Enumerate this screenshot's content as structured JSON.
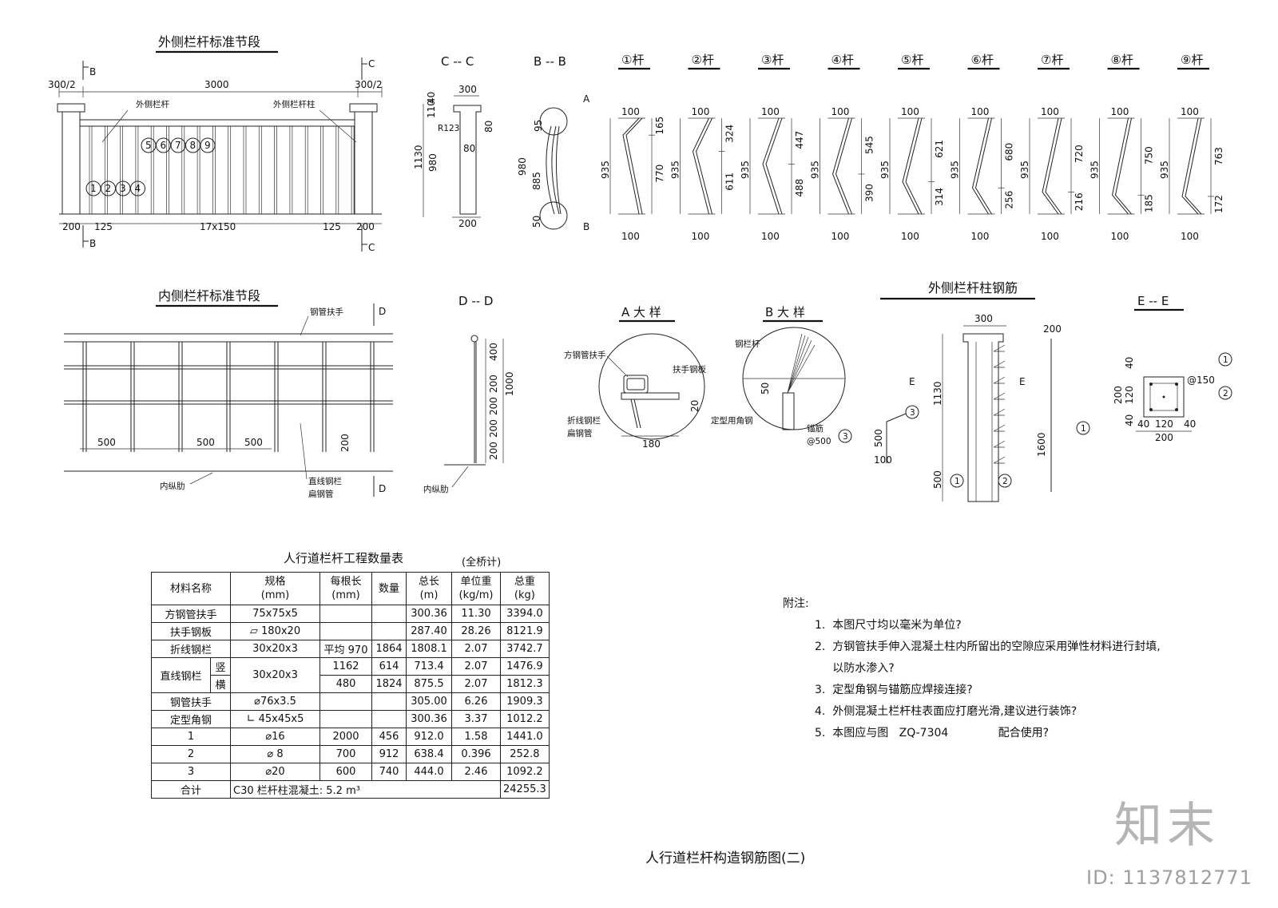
{
  "drawing_title": "人行道栏杆构造钢筋图(二)",
  "views": {
    "outer_title": "外侧栏杆标准节段",
    "inner_title": "内侧栏杆标准节段",
    "sec_cc": "C -- C",
    "sec_bb": "B -- B",
    "sec_dd": "D -- D",
    "sec_ee": "E -- E",
    "detail_a": "A 大 样",
    "detail_b": "B 大 样",
    "post_rebar": "外侧栏杆柱钢筋"
  },
  "outer": {
    "dim_top_left": "300/2",
    "dim_top_mid": "3000",
    "dim_top_right": "300/2",
    "dim_bot": [
      "200",
      "125",
      "17x150",
      "125",
      "200"
    ],
    "label_rail": "外侧栏杆",
    "label_post": "外侧栏杆柱",
    "bubbles_row1": [
      "5",
      "6",
      "7",
      "8",
      "9"
    ],
    "bubbles_row2": [
      "1",
      "2",
      "3",
      "4"
    ],
    "mark_b": "B",
    "mark_c": "C"
  },
  "cc": {
    "dims": [
      "300",
      "110",
      "40",
      "80",
      "R123",
      "80",
      "1130",
      "980",
      "200"
    ]
  },
  "bb": {
    "dims": [
      "95",
      "980",
      "885",
      "50"
    ],
    "mark_a": "A",
    "mark_b": "B"
  },
  "bars": [
    {
      "label": "①杆",
      "top": "100",
      "bot": "100",
      "total": "935",
      "a": "165",
      "b": "770"
    },
    {
      "label": "②杆",
      "top": "100",
      "bot": "100",
      "total": "935",
      "a": "324",
      "b": "611"
    },
    {
      "label": "③杆",
      "top": "100",
      "bot": "100",
      "total": "935",
      "a": "447",
      "b": "488"
    },
    {
      "label": "④杆",
      "top": "100",
      "bot": "100",
      "total": "935",
      "a": "545",
      "b": "390"
    },
    {
      "label": "⑤杆",
      "top": "100",
      "bot": "100",
      "total": "935",
      "a": "621",
      "b": "314"
    },
    {
      "label": "⑥杆",
      "top": "100",
      "bot": "100",
      "total": "935",
      "a": "680",
      "b": "256"
    },
    {
      "label": "⑦杆",
      "top": "100",
      "bot": "100",
      "total": "935",
      "a": "720",
      "b": "216"
    },
    {
      "label": "⑧杆",
      "top": "100",
      "bot": "100",
      "total": "935",
      "a": "750",
      "b": "185"
    },
    {
      "label": "⑨杆",
      "top": "100",
      "bot": "100",
      "total": "935",
      "a": "763",
      "b": "172"
    }
  ],
  "inner": {
    "label_handrail": "钢管扶手",
    "dims": [
      "500",
      "500",
      "500",
      "200"
    ],
    "label_rib": "内纵肋",
    "label_pipe1": "直线钢栏",
    "label_pipe2": "扁钢管",
    "mark_d": "D"
  },
  "dd": {
    "dims": [
      "400",
      "200",
      "200",
      "200",
      "200",
      "1000"
    ],
    "label_rib": "内纵肋"
  },
  "det_a": {
    "l1": "方钢管扶手",
    "l2": "扶手钢板",
    "l3": "折线钢栏",
    "l4": "扁钢管",
    "d1": "20",
    "d2": "180"
  },
  "det_b": {
    "l1": "钢栏杆",
    "l2": "定型用角钢",
    "l3": "锚筋",
    "l4": "@500",
    "d1": "50",
    "n": "3"
  },
  "post": {
    "dims": [
      "300",
      "1130",
      "500",
      "500",
      "100",
      "200",
      "1600"
    ],
    "e": "E",
    "n1": "1",
    "n2": "2",
    "n3": "3"
  },
  "ee": {
    "dims": [
      "40",
      "200",
      "120",
      "40",
      "40",
      "120",
      "40",
      "200"
    ],
    "pitch": "@150",
    "n1": "1",
    "n2": "2"
  },
  "table": {
    "title": "人行道栏杆工程数量表",
    "scope": "(全桥计)",
    "headers": [
      "材料名称",
      "规格\n(mm)",
      "每根长\n(mm)",
      "数量",
      "总长\n(m)",
      "单位重\n(kg/m)",
      "总重\n(kg)"
    ],
    "rows": [
      {
        "name": "方钢管扶手",
        "spec": "75x75x5",
        "len": "",
        "qty": "",
        "total": "300.36",
        "unit": "11.30",
        "weight": "3394.0"
      },
      {
        "name": "扶手钢板",
        "spec": "⏥ 180x20",
        "len": "",
        "qty": "",
        "total": "287.40",
        "unit": "28.26",
        "weight": "8121.9"
      },
      {
        "name": "折线钢栏",
        "spec": "30x20x3",
        "len": "平均 970",
        "qty": "1864",
        "total": "1808.1",
        "unit": "2.07",
        "weight": "3742.7"
      },
      {
        "name": "直线钢栏",
        "sub": "竖",
        "spec": "30x20x3",
        "len": "1162",
        "qty": "614",
        "total": "713.4",
        "unit": "2.07",
        "weight": "1476.9"
      },
      {
        "sub": "横",
        "len": "480",
        "qty": "1824",
        "total": "875.5",
        "unit": "2.07",
        "weight": "1812.3"
      },
      {
        "name": "钢管扶手",
        "spec": "⌀76x3.5",
        "len": "",
        "qty": "",
        "total": "305.00",
        "unit": "6.26",
        "weight": "1909.3"
      },
      {
        "name": "定型角钢",
        "spec": "∟ 45x45x5",
        "len": "",
        "qty": "",
        "total": "300.36",
        "unit": "3.37",
        "weight": "1012.2"
      },
      {
        "name": "1",
        "spec": "⌀16",
        "len": "2000",
        "qty": "456",
        "total": "912.0",
        "unit": "1.58",
        "weight": "1441.0"
      },
      {
        "name": "2",
        "spec": "⌀ 8",
        "len": "700",
        "qty": "912",
        "total": "638.4",
        "unit": "0.396",
        "weight": "252.8"
      },
      {
        "name": "3",
        "spec": "⌀20",
        "len": "600",
        "qty": "740",
        "total": "444.0",
        "unit": "2.46",
        "weight": "1092.2"
      }
    ],
    "total_label": "合计",
    "total_note": "C30 栏杆柱混凝土: 5.2 m³",
    "total_weight": "24255.3"
  },
  "notes": {
    "heading": "附注:",
    "items": [
      "1.  本图尺寸均以毫米为单位?",
      "2.  方钢管扶手伸入混凝土柱内所留出的空隙应采用弹性材料进行封填,",
      "     以防水渗入?",
      "3.  定型角钢与锚筋应焊接连接?",
      "4.  外侧混凝土栏杆柱表面应打磨光滑,建议进行装饰?",
      "5.  本图应与图   ZQ-7304              配合使用?"
    ]
  },
  "watermark": {
    "logo": "知末",
    "id": "ID: 1137812771"
  }
}
